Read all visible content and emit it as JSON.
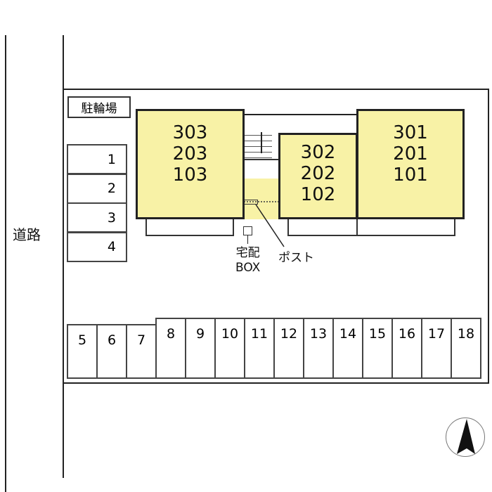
{
  "road_label": "道路",
  "bicycle_parking_label": "駐輪場",
  "bike_slots": [
    "1",
    "2",
    "3",
    "4"
  ],
  "buildings": [
    {
      "units": [
        "303",
        "203",
        "103"
      ]
    },
    {
      "units": [
        "302",
        "202",
        "102"
      ]
    },
    {
      "units": [
        "301",
        "201",
        "101"
      ]
    }
  ],
  "delivery_box_label": [
    "宅配",
    "BOX"
  ],
  "mailbox_label": "ポスト",
  "parking_slots": [
    "5",
    "6",
    "7",
    "8",
    "9",
    "10",
    "11",
    "12",
    "13",
    "14",
    "15",
    "16",
    "17",
    "18"
  ],
  "colors": {
    "building": "#f8f2a6"
  },
  "compass": "north-arrow-icon"
}
